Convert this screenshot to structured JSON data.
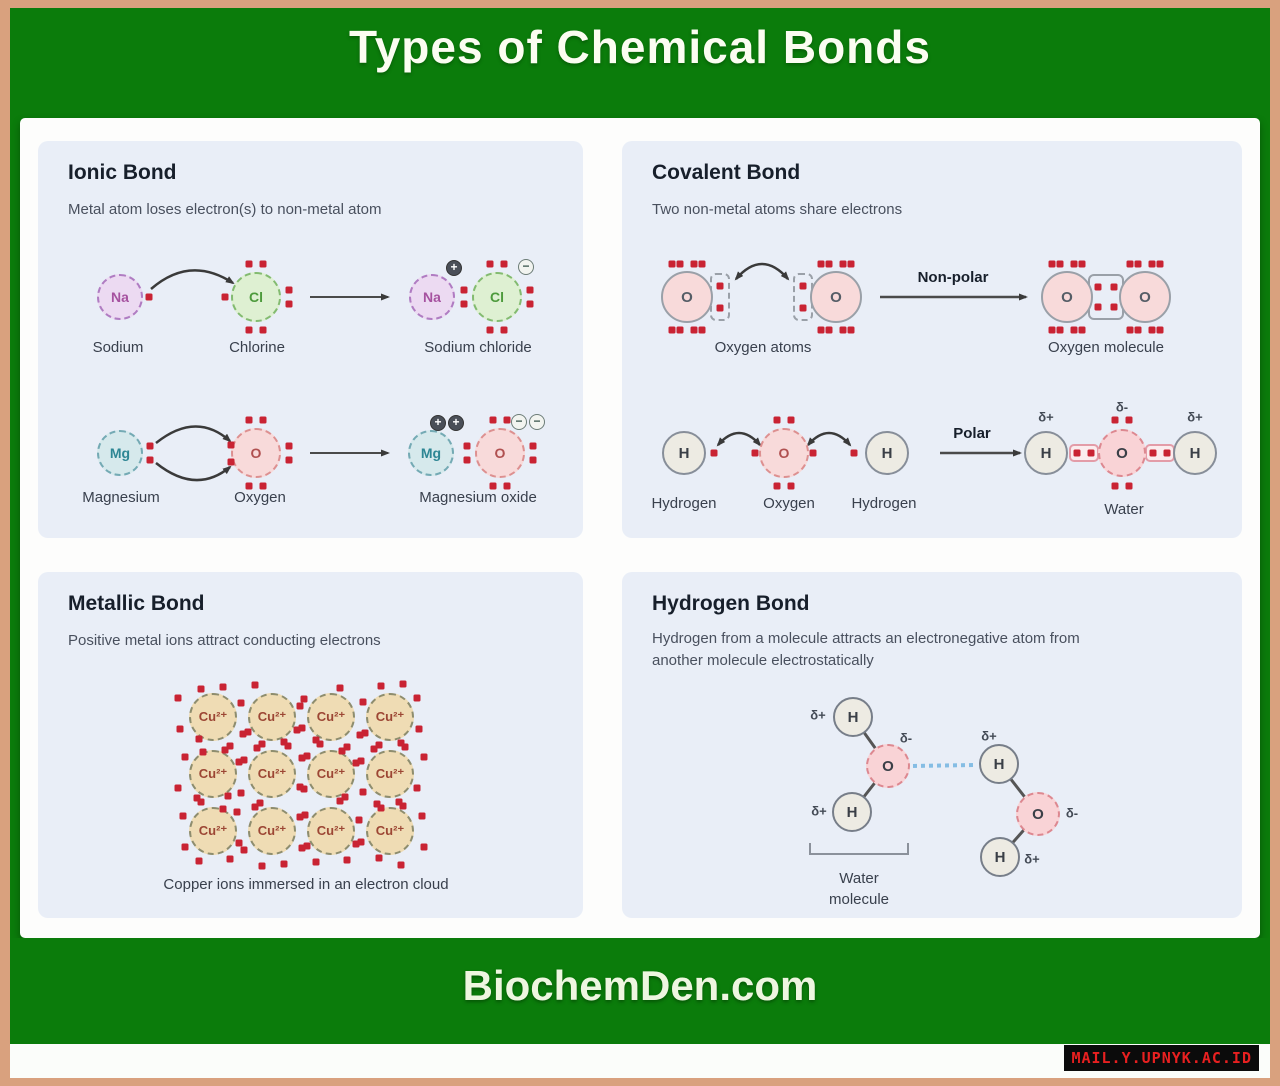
{
  "header": {
    "title": "Types of Chemical Bonds"
  },
  "footer": {
    "site": "BiochemDen.com"
  },
  "watermark": {
    "text": "MAIL.Y.UPNYK.AC.ID"
  },
  "colors": {
    "border_tan": "#d9a17e",
    "green": "#0b7c0b",
    "content_white": "#fdfdfc",
    "panel_bg": "#e9eef7",
    "electron_red": "#c92333",
    "hbond_blue": "#85bde4",
    "footer_text": "#eef6e0",
    "watermark_red": "#e82020"
  },
  "panels": {
    "ionic": {
      "title": "Ionic Bond",
      "subtitle": "Metal atom loses electron(s) to non-metal atom",
      "atoms": {
        "na": "Na",
        "cl": "Cl",
        "mg": "Mg",
        "o": "O"
      },
      "labels": {
        "sodium": "Sodium",
        "chlorine": "Chlorine",
        "sodium_chloride": "Sodium chloride",
        "magnesium": "Magnesium",
        "oxygen": "Oxygen",
        "magnesium_oxide": "Magnesium oxide"
      },
      "charges": {
        "plus": "+",
        "minus": "−"
      }
    },
    "covalent": {
      "title": "Covalent Bond",
      "subtitle": "Two non-metal atoms share electrons",
      "atoms": {
        "o": "O",
        "h": "H"
      },
      "labels": {
        "oxygen_atoms": "Oxygen atoms",
        "oxygen_molecule": "Oxygen molecule",
        "hydrogen": "Hydrogen",
        "oxygen": "Oxygen",
        "water": "Water",
        "nonpolar": "Non-polar",
        "polar": "Polar",
        "delta_plus": "δ+",
        "delta_minus": "δ-"
      }
    },
    "metallic": {
      "title": "Metallic Bond",
      "subtitle": "Positive metal ions attract conducting electrons",
      "ion_label": "Cu²⁺",
      "grid": {
        "rows": 3,
        "cols": 4
      },
      "caption": "Copper ions immersed in an electron cloud"
    },
    "hydrogen": {
      "title": "Hydrogen Bond",
      "subtitle_line1": "Hydrogen from a molecule attracts an electronegative atom from",
      "subtitle_line2": "another molecule electrostatically",
      "atoms": {
        "h": "H",
        "o": "O"
      },
      "labels": {
        "delta_plus": "δ+",
        "delta_minus": "δ-",
        "water_molecule_line1": "Water",
        "water_molecule_line2": "molecule"
      }
    }
  }
}
